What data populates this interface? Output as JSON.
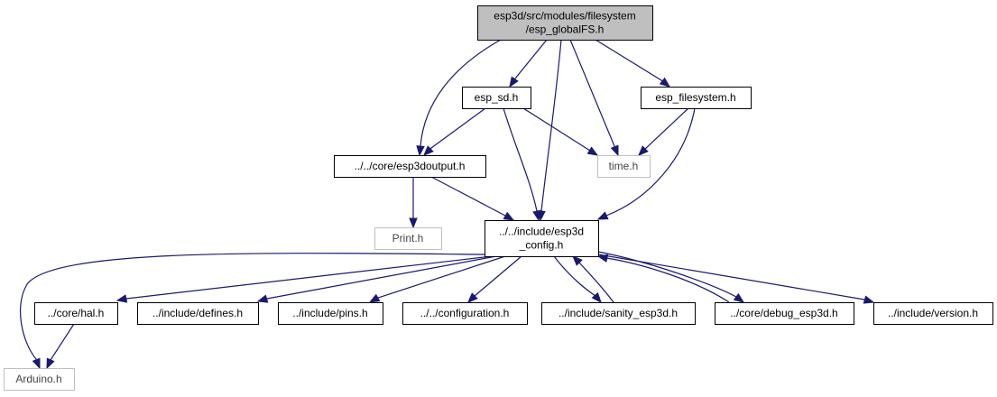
{
  "colors": {
    "edge": "#191970",
    "root_fill": "#bfbfbf",
    "node_fill": "#ffffff",
    "node_border": "#000000",
    "external_border": "#bfbfbf"
  },
  "nodes": [
    {
      "id": "root",
      "lines": [
        "esp3d/src/modules/filesystem",
        "/esp_globalFS.h"
      ],
      "kind": "root"
    },
    {
      "id": "esp_sd",
      "lines": [
        "esp_sd.h"
      ],
      "kind": "normal"
    },
    {
      "id": "esp_filesystem",
      "lines": [
        "esp_filesystem.h"
      ],
      "kind": "normal"
    },
    {
      "id": "esp3doutput",
      "lines": [
        "../../core/esp3doutput.h"
      ],
      "kind": "normal"
    },
    {
      "id": "time",
      "lines": [
        "time.h"
      ],
      "kind": "external"
    },
    {
      "id": "print",
      "lines": [
        "Print.h"
      ],
      "kind": "external"
    },
    {
      "id": "config",
      "lines": [
        "../../include/esp3d",
        "_config.h"
      ],
      "kind": "normal"
    },
    {
      "id": "hal",
      "lines": [
        "../core/hal.h"
      ],
      "kind": "normal"
    },
    {
      "id": "defines",
      "lines": [
        "../include/defines.h"
      ],
      "kind": "normal"
    },
    {
      "id": "pins",
      "lines": [
        "../include/pins.h"
      ],
      "kind": "normal"
    },
    {
      "id": "configuration",
      "lines": [
        "../../configuration.h"
      ],
      "kind": "normal"
    },
    {
      "id": "sanity",
      "lines": [
        "../include/sanity_esp3d.h"
      ],
      "kind": "normal"
    },
    {
      "id": "debug",
      "lines": [
        "../core/debug_esp3d.h"
      ],
      "kind": "normal"
    },
    {
      "id": "version",
      "lines": [
        "../include/version.h"
      ],
      "kind": "normal"
    },
    {
      "id": "arduino",
      "lines": [
        "Arduino.h"
      ],
      "kind": "external"
    }
  ],
  "edges": [
    {
      "from": "root",
      "to": "esp_sd"
    },
    {
      "from": "root",
      "to": "esp_filesystem"
    },
    {
      "from": "root",
      "to": "esp3doutput"
    },
    {
      "from": "root",
      "to": "config"
    },
    {
      "from": "root",
      "to": "time"
    },
    {
      "from": "esp_sd",
      "to": "esp3doutput"
    },
    {
      "from": "esp_sd",
      "to": "time"
    },
    {
      "from": "esp_sd",
      "to": "config"
    },
    {
      "from": "esp_filesystem",
      "to": "time"
    },
    {
      "from": "esp_filesystem",
      "to": "config"
    },
    {
      "from": "esp3doutput",
      "to": "print"
    },
    {
      "from": "esp3doutput",
      "to": "config"
    },
    {
      "from": "config",
      "to": "arduino"
    },
    {
      "from": "config",
      "to": "hal"
    },
    {
      "from": "config",
      "to": "defines"
    },
    {
      "from": "config",
      "to": "pins"
    },
    {
      "from": "config",
      "to": "configuration"
    },
    {
      "from": "config",
      "to": "sanity"
    },
    {
      "from": "sanity",
      "to": "config"
    },
    {
      "from": "config",
      "to": "debug"
    },
    {
      "from": "debug",
      "to": "config"
    },
    {
      "from": "config",
      "to": "version"
    },
    {
      "from": "hal",
      "to": "arduino"
    }
  ]
}
